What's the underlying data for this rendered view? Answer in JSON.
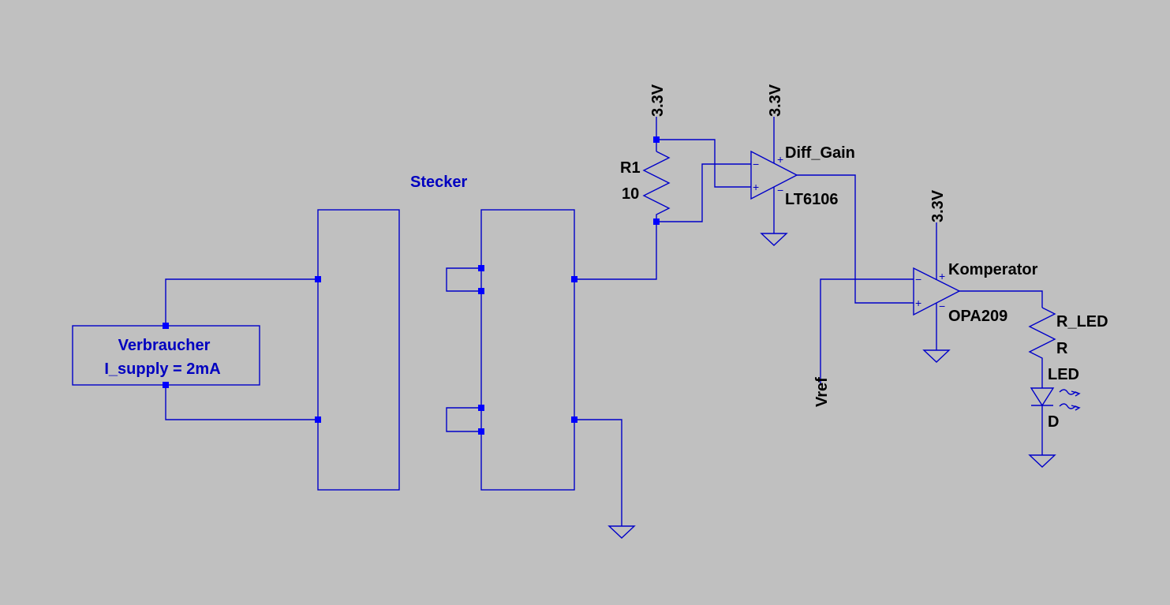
{
  "schematic": {
    "labels": {
      "stecker": "Stecker",
      "verbraucher_name": "Verbraucher",
      "verbraucher_param": "I_supply = 2mA",
      "r1_name": "R1",
      "r1_value": "10",
      "diff_name": "Diff_Gain",
      "diff_model": "LT6106",
      "comp_name": "Komperator",
      "comp_model": "OPA209",
      "rled_name": "R_LED",
      "rled_value": "R",
      "led_name": "LED",
      "led_model": "D",
      "vref": "Vref",
      "supply_r1": "3.3V",
      "supply_diff": "3.3V",
      "supply_comp": "3.3V"
    },
    "pin_signs": {
      "minus": "−",
      "plus": "+"
    },
    "colors": {
      "background": "#c0c0c0",
      "wire": "#0000c8",
      "node": "#0000ff",
      "component_text": "#0000c0",
      "net_text": "#000000"
    }
  }
}
